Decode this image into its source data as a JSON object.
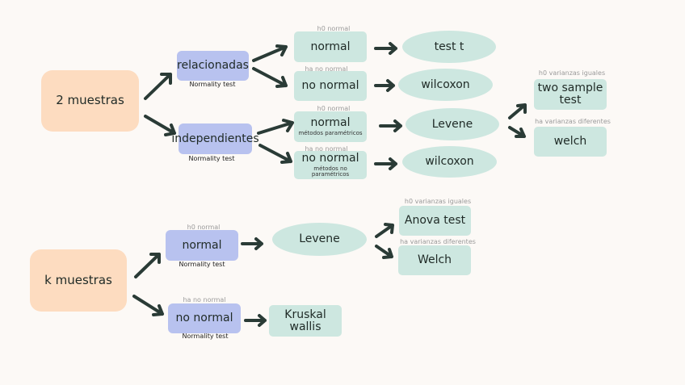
{
  "nodes": {
    "dos_muestras": "2 muestras",
    "relacionadas": "relacionadas",
    "independientes": "independientes",
    "rel_normal": "normal",
    "rel_no_normal": "no normal",
    "ind_normal": "normal",
    "ind_normal_sub": "métodos paramétricos",
    "ind_no_normal": "no normal",
    "ind_no_normal_sub": "métodos no paramétricos",
    "test_t": "test t",
    "wilcoxon_rel": "wilcoxon",
    "levene_ind": "Levene",
    "wilcoxon_ind": "wilcoxon",
    "two_sample_test": "two sample test",
    "welch_ind": "welch",
    "k_muestras": "k muestras",
    "k_normal": "normal",
    "k_no_normal": "no normal",
    "levene_k": "Levene",
    "kruskal": "Kruskal wallis",
    "anova": "Anova test",
    "welch_k": "Welch"
  },
  "labels": {
    "h0_normal_1": "h0 normal",
    "ha_no_normal_1": "ha no normal",
    "h0_normal_2": "h0 normal",
    "ha_no_normal_2": "ha no normal",
    "h0_var_iguales_1": "h0 varianzas iguales",
    "ha_var_dif_1": "ha varianzas diferentes",
    "h0_normal_k": "h0 normal",
    "ha_no_normal_k": "ha no normal",
    "h0_var_iguales_k": "h0 varianzas iguales",
    "ha_var_dif_k": "ha varianzas diferentes"
  },
  "captions": {
    "normality_rel": "Normality test",
    "normality_ind": "Normality test",
    "normality_k_normal": "Normality test",
    "normality_k_no_normal": "Normality test"
  },
  "colors": {
    "peach": "#fddcc0",
    "blue": "#b8c2ef",
    "green": "#cde7e0",
    "arrow": "#2a3b36",
    "background": "#fcf9f6"
  }
}
